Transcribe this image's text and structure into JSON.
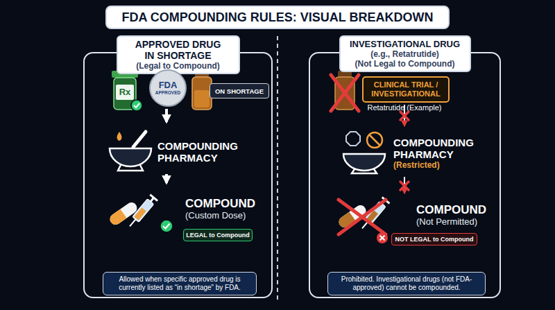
{
  "diagram": {
    "title": "FDA COMPOUNDING RULES: VISUAL BREAKDOWN",
    "nodes": [
      {
        "text": [
          "APPROVED DRUG IN SHORTAGE",
          "(Legal to Compound)"
        ]
      },
      {
        "text": [
          "FDA",
          "APPROVED"
        ],
        "in": 0
      },
      {
        "text": [
          "ON SHORTAGE"
        ],
        "in": 0
      },
      {
        "text": [
          "COMPOUNDING PHARMACY"
        ],
        "in": 0
      },
      {
        "text": [
          "COMPOUND",
          "(Custom Dose)"
        ],
        "in": 0
      },
      {
        "text": [
          "LEGAL to Compound"
        ],
        "in": 0
      },
      {
        "text": [
          "Allowed when specific approved drug is currently listed as “in shortage” by FDA."
        ],
        "in": 0
      },
      {
        "text": [
          "INVESTIGATIONAL DRUG",
          "(e.g., Retatrutide)",
          "(Not Legal to Compound)"
        ]
      },
      {
        "text": [
          "CLINICAL TRIAL / INVESTIGATIONAL"
        ],
        "in": 7
      },
      {
        "text": [
          "COMPOUNDING PHARMACY",
          "(Restricted)"
        ],
        "in": 7
      },
      {
        "text": [
          "COMPOUND",
          "(Not Permitted)"
        ],
        "in": 7
      },
      {
        "text": [
          "NOT LEGAL to Compound"
        ],
        "in": 7
      },
      {
        "text": [
          "Prohibited. Investigational drugs (not FDA-approved) cannot be compounded."
        ],
        "in": 7
      }
    ],
    "edges": [
      {
        "from": 1,
        "to": 3,
        "arrow": "to"
      },
      {
        "from": 3,
        "to": 4,
        "arrow": "to"
      },
      {
        "from": 8,
        "to": 9,
        "arrow": "to"
      },
      {
        "from": 9,
        "to": 10,
        "arrow": "to"
      }
    ],
    "labels": [
      "Rx",
      "Retatrutide (Example)"
    ]
  }
}
